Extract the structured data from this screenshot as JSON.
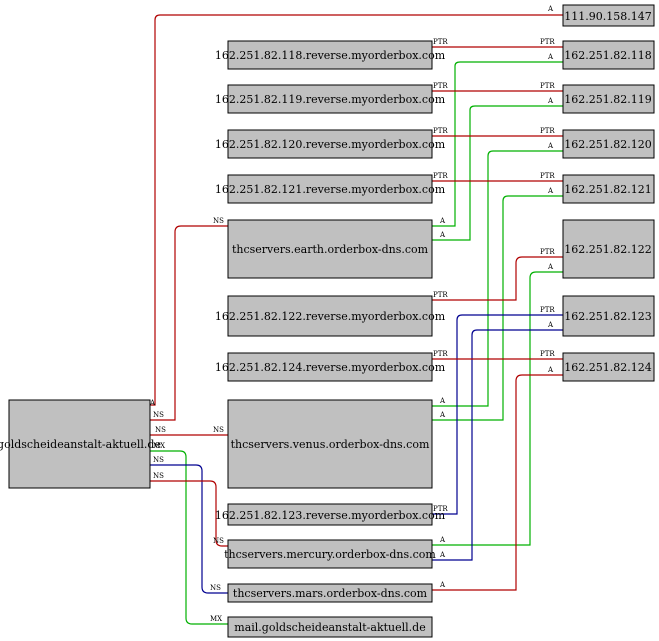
{
  "colors": {
    "A": "#00b000",
    "PTR": "#b00000",
    "NS": "#b00000",
    "MX": "#00b000",
    "NS_blue": "#000090",
    "A_blue": "#000090",
    "A_red": "#b00000"
  },
  "nodes": {
    "n_ip147": "111.90.158.147",
    "n_ip118": "162.251.82.118",
    "n_ip119": "162.251.82.119",
    "n_ip120": "162.251.82.120",
    "n_ip121": "162.251.82.121",
    "n_ip122": "162.251.82.122",
    "n_ip123": "162.251.82.123",
    "n_ip124": "162.251.82.124",
    "n_rev118": "162.251.82.118.reverse.myorderbox.com",
    "n_rev119": "162.251.82.119.reverse.myorderbox.com",
    "n_rev120": "162.251.82.120.reverse.myorderbox.com",
    "n_rev121": "162.251.82.121.reverse.myorderbox.com",
    "n_rev122": "162.251.82.122.reverse.myorderbox.com",
    "n_rev124": "162.251.82.124.reverse.myorderbox.com",
    "n_rev123": "162.251.82.123.reverse.myorderbox.com",
    "n_earth": "thcservers.earth.orderbox-dns.com",
    "n_venus": "thcservers.venus.orderbox-dns.com",
    "n_mercury": "thcservers.mercury.orderbox-dns.com",
    "n_mars": "thcservers.mars.orderbox-dns.com",
    "n_mail": "mail.goldscheideanstalt-aktuell.de",
    "n_domain": "goldscheideanstalt-aktuell.de"
  },
  "edges": [
    {
      "id": "e_dom_147",
      "label": "A",
      "color": "A_red"
    },
    {
      "id": "e_rev118",
      "label": "PTR",
      "label2": "PTR",
      "color": "PTR"
    },
    {
      "id": "e_earth_118",
      "label": "A",
      "color": "A"
    },
    {
      "id": "e_rev119",
      "label": "PTR",
      "label2": "PTR",
      "color": "PTR"
    },
    {
      "id": "e_earth_119",
      "label": "A",
      "color": "A"
    },
    {
      "id": "e_rev120",
      "label": "PTR",
      "label2": "PTR",
      "color": "PTR"
    },
    {
      "id": "e_venus_120",
      "label": "A",
      "color": "A"
    },
    {
      "id": "e_rev121",
      "label": "PTR",
      "label2": "PTR",
      "color": "PTR"
    },
    {
      "id": "e_venus_121",
      "label": "A",
      "color": "A"
    },
    {
      "id": "e_dom_earth",
      "label": "NS",
      "label2": "NS",
      "color": "NS"
    },
    {
      "id": "e_rev122",
      "label": "PTR",
      "label2": "PTR",
      "color": "PTR"
    },
    {
      "id": "e_mercury_122",
      "label": "A",
      "color": "A"
    },
    {
      "id": "e_rev123",
      "label": "PTR",
      "label2": "PTR",
      "color": "NS_blue"
    },
    {
      "id": "e_mercury_123",
      "label": "A",
      "color": "A_blue"
    },
    {
      "id": "e_rev124",
      "label": "PTR",
      "label2": "PTR",
      "color": "PTR"
    },
    {
      "id": "e_mars_124",
      "label": "A",
      "color": "A_red"
    },
    {
      "id": "e_dom_venus",
      "label": "NS",
      "label2": "NS",
      "color": "NS"
    },
    {
      "id": "e_dom_mail",
      "label": "MX",
      "label2": "MX",
      "color": "MX"
    },
    {
      "id": "e_dom_mars",
      "label": "NS",
      "color": "NS_blue"
    },
    {
      "id": "e_dom_mercury",
      "label": "NS",
      "label2": "NS",
      "color": "NS"
    }
  ]
}
